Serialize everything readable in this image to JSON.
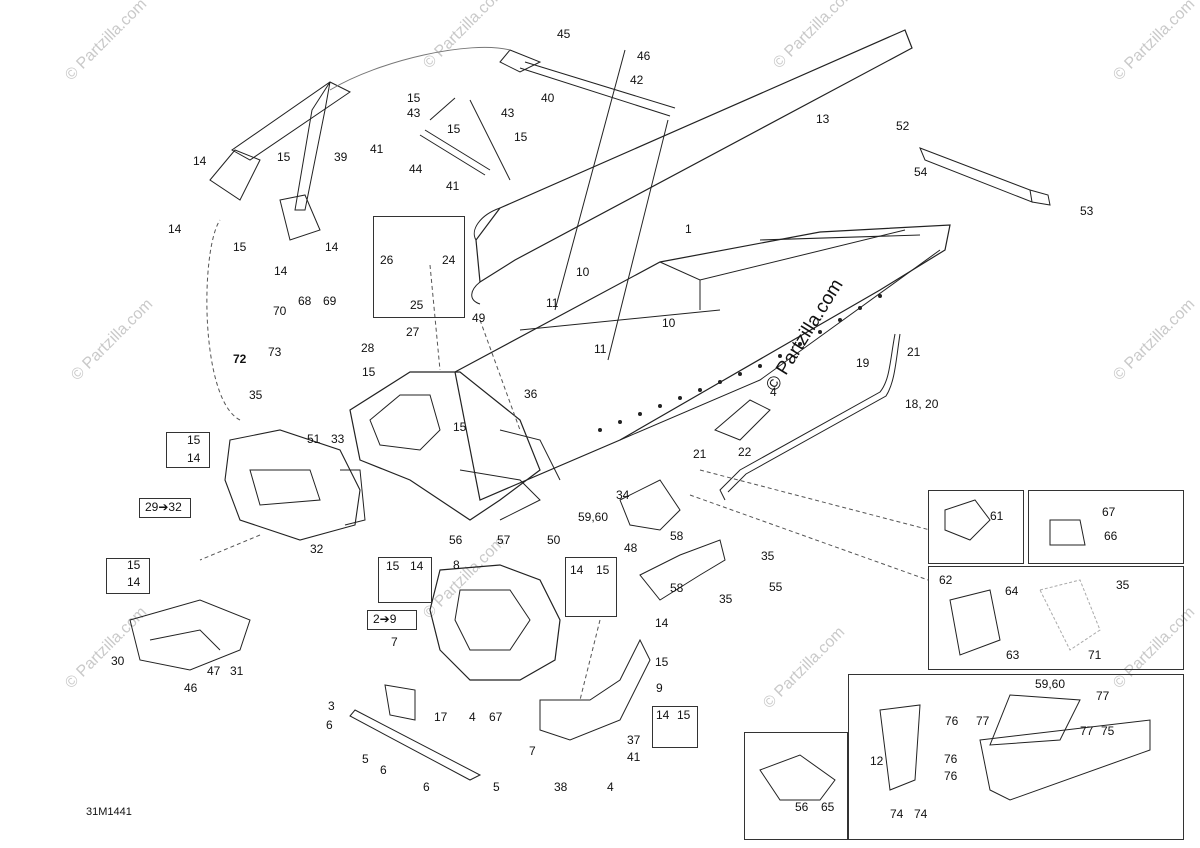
{
  "diagram_code": "31M1441",
  "center_watermark": "© Partzilla.com",
  "watermark_text": "© Partzilla.com",
  "callouts": {
    "c45": "45",
    "c46": "46",
    "c42": "42",
    "c40": "40",
    "c13": "13",
    "c15a": "15",
    "c43a": "43",
    "c15b": "15",
    "c43b": "43",
    "c15c": "15",
    "c41a": "41",
    "c44": "44",
    "c41b": "41",
    "c14a": "14",
    "c15d": "15",
    "c39": "39",
    "c14b": "14",
    "c15e": "15",
    "c14c": "14",
    "c14d": "14",
    "c52": "52",
    "c54": "54",
    "c53": "53",
    "c1": "1",
    "c26": "26",
    "c24": "24",
    "c25": "25",
    "c10a": "10",
    "c11a": "11",
    "c10b": "10",
    "c11b": "11",
    "c70": "70",
    "c68": "68",
    "c69": "69",
    "c49": "49",
    "c27": "27",
    "c72": "72",
    "c73": "73",
    "c28": "28",
    "c15f": "15",
    "c35a": "35",
    "c36": "36",
    "c4a": "4",
    "c21a": "21",
    "c19": "19",
    "c18_20": "18, 20",
    "c15g": "15",
    "c14e": "14",
    "c51": "51",
    "c33": "33",
    "c15h": "15",
    "c22": "22",
    "c21b": "21",
    "c29_32": "29➔32",
    "c32": "32",
    "c34": "34",
    "c59_60a": "59,60",
    "c56a": "56",
    "c57": "57",
    "c50": "50",
    "c61": "61",
    "c67a": "67",
    "c66": "66",
    "c48": "48",
    "c58a": "58",
    "c58b": "58",
    "c35b": "35",
    "c55": "55",
    "c35c": "35",
    "c62": "62",
    "c64": "64",
    "c35d": "35",
    "c63": "63",
    "c71": "71",
    "c15i": "15",
    "c14f": "14",
    "c30": "30",
    "c47": "47",
    "c31": "31",
    "c46b": "46",
    "c15j": "15",
    "c14g": "14",
    "c8": "8",
    "c14h": "14",
    "c15k": "15",
    "c2_9": "2➔9",
    "c7a": "7",
    "c14i": "14",
    "c15l": "15",
    "c9": "9",
    "c3": "3",
    "c17": "17",
    "c6a": "6",
    "c4b": "4",
    "c67b": "67",
    "c5a": "5",
    "c6b": "6",
    "c14j": "14",
    "c15m": "15",
    "c37": "37",
    "c7b": "7",
    "c41c": "41",
    "c6c": "6",
    "c5b": "5",
    "c38": "38",
    "c4c": "4",
    "c59_60b": "59,60",
    "c77a": "77",
    "c76a": "76",
    "c77b": "77",
    "c77c": "77",
    "c75": "75",
    "c12": "12",
    "c76b": "76",
    "c76c": "76",
    "c74a": "74",
    "c74b": "74",
    "c56b": "56",
    "c65": "65"
  }
}
